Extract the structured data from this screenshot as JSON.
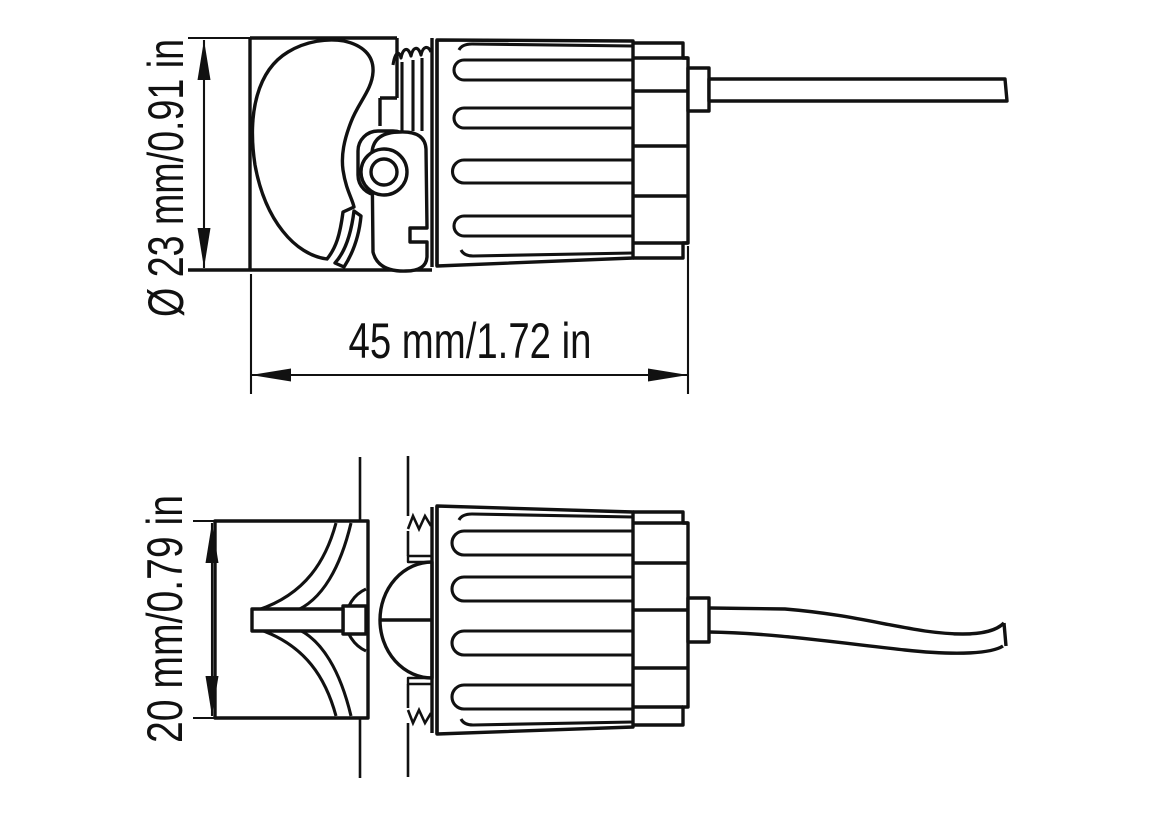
{
  "colors": {
    "background": "#ffffff",
    "line": "#111111"
  },
  "views": {
    "top": {
      "dim_diameter_label": "Ø 23 mm/0.91 in",
      "dim_length_label": "45 mm/1.72 in"
    },
    "bottom": {
      "dim_height_label": "20 mm/0.79 in"
    }
  }
}
